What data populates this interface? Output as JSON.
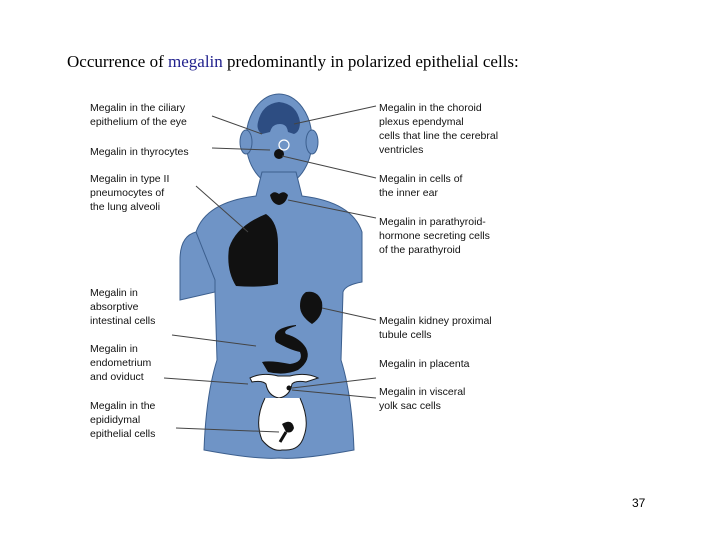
{
  "title": {
    "part1": "Occurrence of ",
    "highlight": "megalin",
    "part2": " predominantly in polarized epithelial cells:"
  },
  "labels": {
    "left": [
      "Megalin in the ciliary\nepithelium of the eye",
      "Megalin in thyrocytes",
      "Megalin in type II\npneumocytes of\nthe lung alveoli",
      "Megalin in\nabsorptive\nintestinal cells",
      "Megalin in\nendometrium\nand oviduct",
      "Megalin in the\nepididymal\nepithelial cells"
    ],
    "right": [
      "Megalin in the choroid\nplexus ependymal\ncells that line the cerebral\nventricles",
      "Megalin in cells of\nthe inner ear",
      "Megalin in parathyroid-\nhormone secreting cells\nof the parathyroid",
      "Megalin kidney proximal\ntubule cells",
      "Megalin in placenta",
      "Megalin in visceral\nyolk sac cells"
    ]
  },
  "colors": {
    "body": "#6f94c6",
    "organ": "#111111",
    "title_highlight": "#1f1f8c"
  },
  "page_number": "37"
}
